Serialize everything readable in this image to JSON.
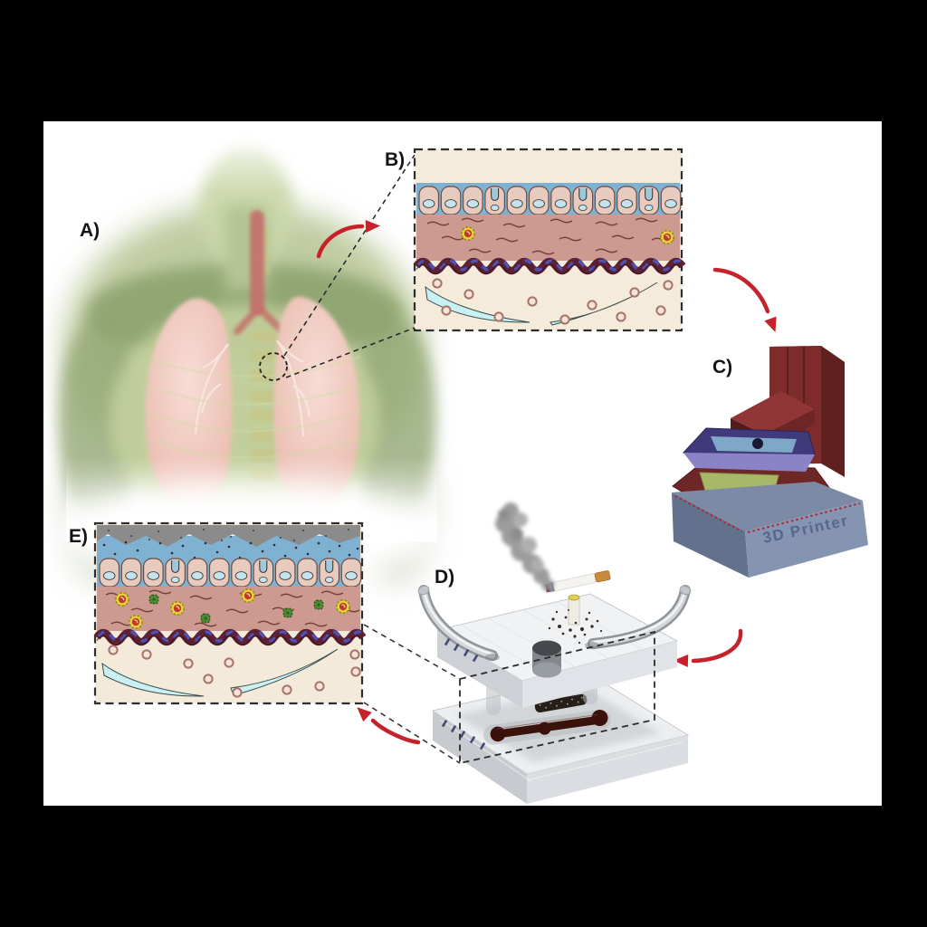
{
  "figure": {
    "background_color": "#000000",
    "canvas_color": "#ffffff",
    "accent_arrow_color": "#c5222c",
    "labels": {
      "panel_a": "A)",
      "panel_b": "B)",
      "panel_c": "C)",
      "panel_d": "D)",
      "panel_e": "E)"
    },
    "printer_text": "3D Printer",
    "panels": [
      {
        "id": "A",
        "label": "A)",
        "content": "human-thorax-lungs-illustration"
      },
      {
        "id": "B",
        "label": "B)",
        "content": "healthy-airway-tissue-cross-section"
      },
      {
        "id": "C",
        "label": "C)",
        "content": "3d-printer",
        "embossed_text": "3D Printer"
      },
      {
        "id": "D",
        "label": "D)",
        "content": "microfluidic-chip-with-cigarette-smoke"
      },
      {
        "id": "E",
        "label": "E)",
        "content": "smoke-exposed-airway-tissue-cross-section"
      }
    ],
    "flow_arrows": [
      {
        "from": "A",
        "to": "B"
      },
      {
        "from": "B",
        "to": "C"
      },
      {
        "from": "C",
        "to": "D"
      },
      {
        "from": "D",
        "to": "E"
      }
    ],
    "tissue_colors": {
      "mucus_blue": "#7fb2d2",
      "epithelium": "#e6cbbe",
      "stroma": "#cd9a91",
      "muscle_band_maroon": "#5c2134",
      "muscle_band_blue": "#4d52b5",
      "submucosa_cream": "#f4ead9",
      "capillary_cyan": "#c9f0f2",
      "immune_yellow": "#e8d442",
      "immune_red": "#c0392b",
      "immune_green": "#4e8c34",
      "smoke_gray": "#8b8b8b"
    },
    "printer_colors": {
      "tower_red": "#7e2b2b",
      "vat_blue": "#413a7a",
      "resin_blue": "#7fa8c8",
      "plate_green": "#a9b868",
      "base_slate": "#8494b1"
    },
    "chip_colors": {
      "slab_gray": "#f0f2f4",
      "channel_maroon": "#3a120b",
      "tube_gray": "#a9adb2",
      "cigarette_filter": "#c98a3e"
    }
  }
}
